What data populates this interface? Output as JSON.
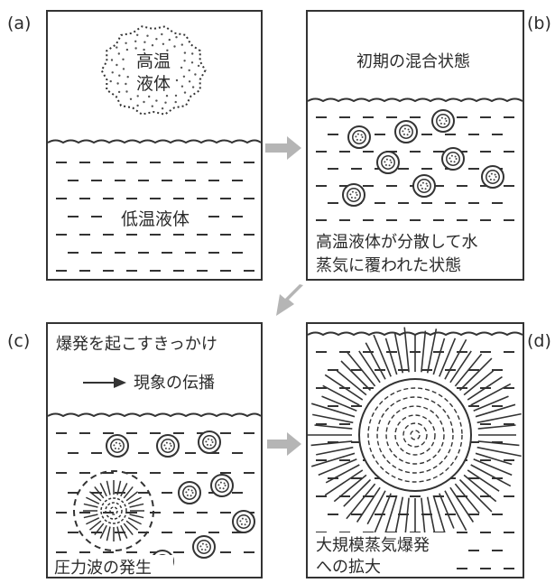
{
  "panels": {
    "a": {
      "label": "(a)",
      "hot_liquid_line1": "高温",
      "hot_liquid_line2": "液体",
      "cold_liquid": "低温液体"
    },
    "b": {
      "label": "(b)",
      "title": "初期の混合状態",
      "caption_line1": "高温液体が分散して水",
      "caption_line2": "蒸気に覆われた状態"
    },
    "c": {
      "label": "(c)",
      "trigger": "爆発を起こすきっかけ",
      "legend_text": "現象の伝播",
      "pressure_wave": "圧力波の発生"
    },
    "d": {
      "label": "(d)",
      "caption_line1": "大規模蒸気爆発",
      "caption_line2": "への拡大"
    }
  },
  "colors": {
    "line": "#333333",
    "arrow": "#b5b5b5"
  }
}
